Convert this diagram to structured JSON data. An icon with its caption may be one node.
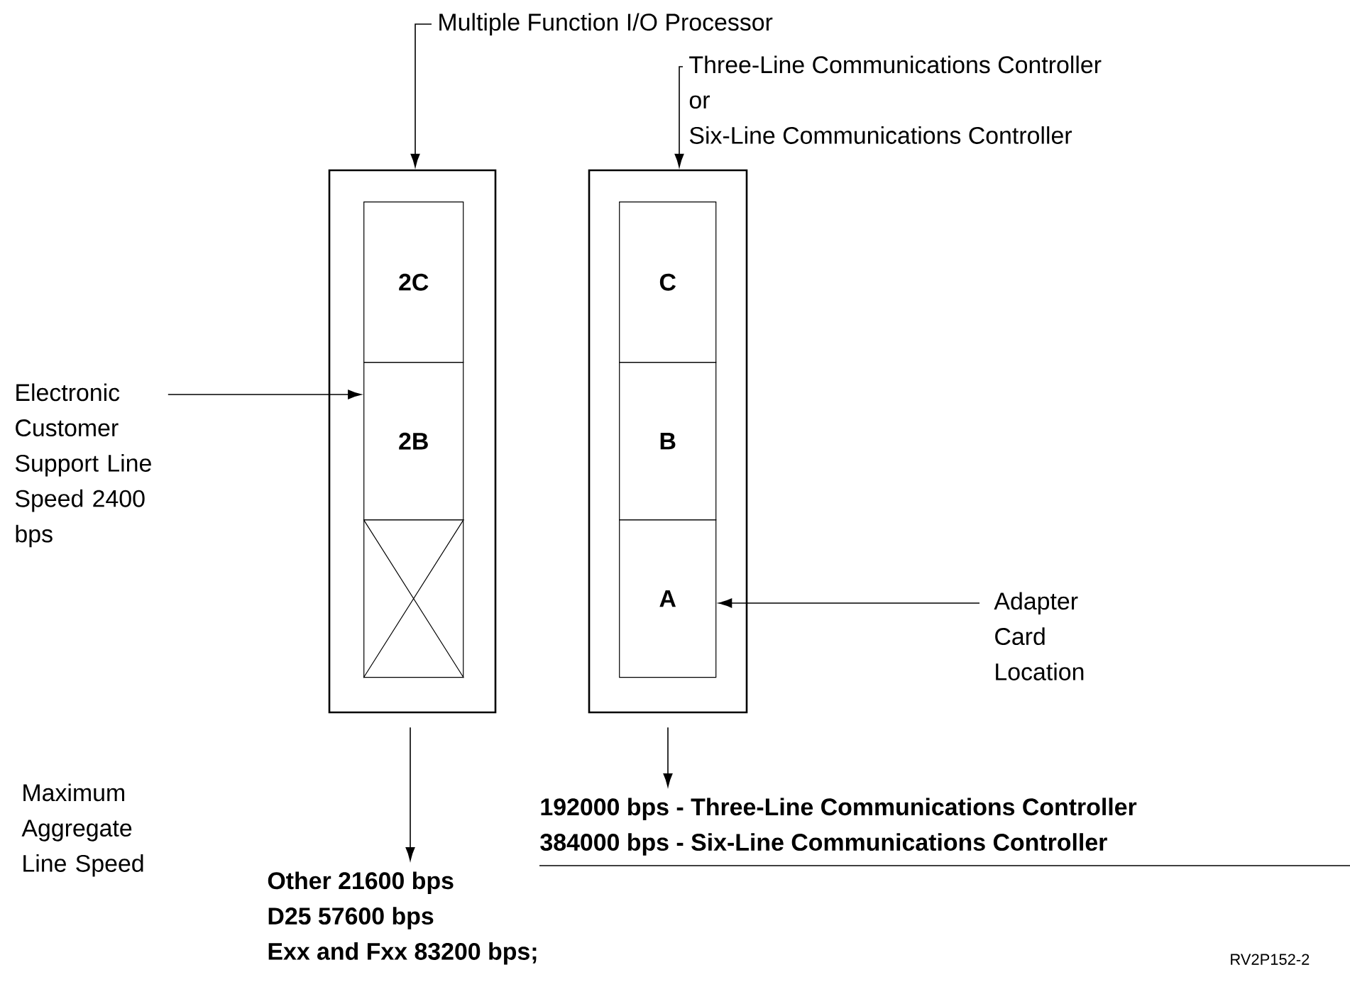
{
  "diagram": {
    "nodes": [
      {
        "text": [],
        "shape": "box"
      },
      {
        "text": [
          "2C"
        ],
        "in": 0
      },
      {
        "text": [
          "2B"
        ],
        "in": 0
      },
      {
        "text": [],
        "shape": "box",
        "in": 0
      },
      {
        "text": [],
        "shape": "box"
      },
      {
        "text": [
          "C"
        ],
        "in": 4
      },
      {
        "text": [
          "B"
        ],
        "in": 4
      },
      {
        "text": [
          "A"
        ],
        "in": 4
      },
      {
        "text": [
          "Multiple Function I/O Processor"
        ]
      },
      {
        "text": [
          "Three-Line Communications Controller",
          "or",
          "Six-Line Communications Controller"
        ]
      },
      {
        "text": [
          "Electronic Customer Support Line Speed 2400 bps"
        ]
      },
      {
        "text": [
          "Adapter Card Location"
        ]
      },
      {
        "text": [
          "Other 21600 bps",
          "D25 57600 bps",
          "Exx and Fxx 83200 bps;"
        ]
      },
      {
        "text": [
          "192000 bps - Three-Line Communications Controller",
          "384000 bps - Six-Line Communications Controller"
        ]
      }
    ],
    "edges": [
      {
        "from": 8,
        "to": 0,
        "arrow": "to"
      },
      {
        "from": 9,
        "to": 4,
        "arrow": "to"
      },
      {
        "from": 10,
        "to": 2,
        "arrow": "to"
      },
      {
        "from": 11,
        "to": 7,
        "arrow": "to"
      },
      {
        "from": 0,
        "to": 12,
        "arrow": "to"
      },
      {
        "from": 4,
        "to": 13,
        "arrow": "to"
      }
    ],
    "labels": [
      "Maximum Aggregate Line Speed",
      "RV2P152-2"
    ]
  }
}
